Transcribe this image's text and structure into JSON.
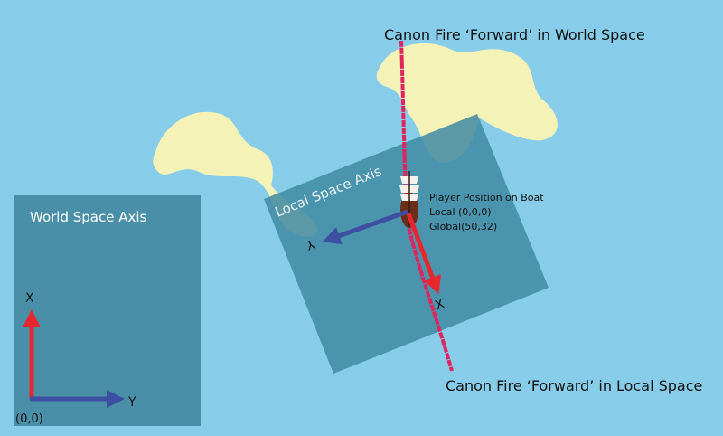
{
  "title_world_fire": "Canon Fire ‘Forward’ in World Space",
  "title_local_fire": "Canon Fire ‘Forward’ in Local Space",
  "world_axis": {
    "label": "World Space Axis",
    "x_label": "X",
    "y_label": "Y",
    "origin_label": "(0,0)"
  },
  "local_axis": {
    "label": "Local Space Axis",
    "x_label": "X",
    "y_label": "Y"
  },
  "player": {
    "line1": "Player Position on Boat",
    "line2": "Local (0,0,0)",
    "line3": "Global(50,32)"
  },
  "colors": {
    "water": "#87cdea",
    "panel": "#4a8fa8",
    "land": "#f5f2b8",
    "x_axis": "#e8262e",
    "y_axis": "#3d4fa0",
    "fire_trail": "#e0245e",
    "hull": "#6b2e1a"
  }
}
